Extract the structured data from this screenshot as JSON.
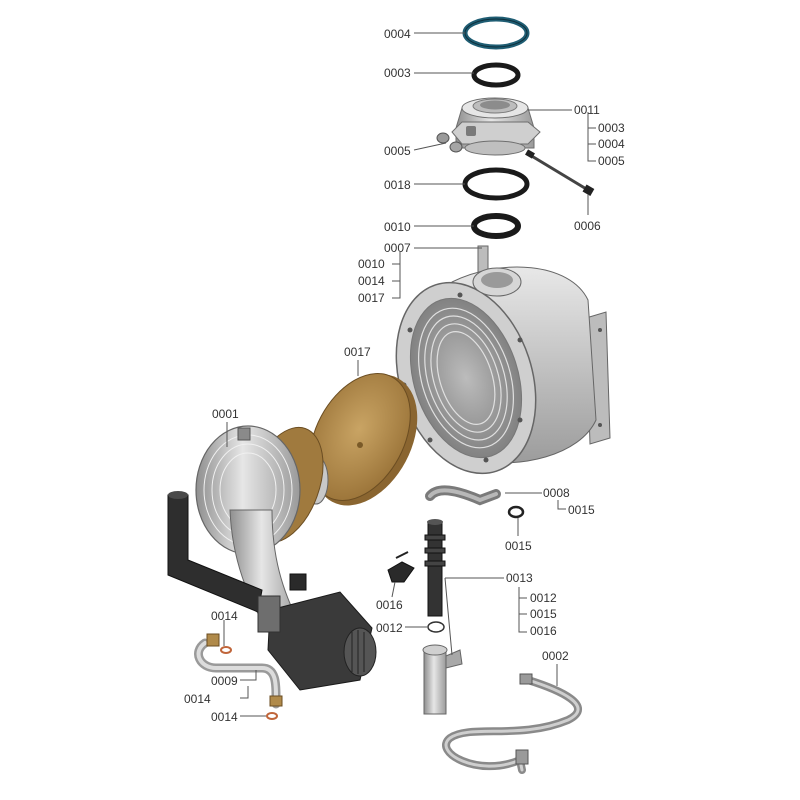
{
  "diagram": {
    "labels": {
      "p0004_top": "0004",
      "p0003_top": "0003",
      "p0011": "0011",
      "p0011_sub_0003": "0003",
      "p0011_sub_0004": "0004",
      "p0011_sub_0005": "0005",
      "p0005": "0005",
      "p0018": "0018",
      "p0006": "0006",
      "p0010": "0010",
      "p0007": "0007",
      "p0007_sub_0010": "0010",
      "p0007_sub_0014": "0014",
      "p0007_sub_0017": "0017",
      "p0017": "0017",
      "p0001": "0001",
      "p0008": "0008",
      "p0008_sub_0015": "0015",
      "p0015": "0015",
      "p0016_clip": "0016",
      "p0013": "0013",
      "p0013_sub_0012": "0012",
      "p0013_sub_0015": "0015",
      "p0013_sub_0016": "0016",
      "p0012": "0012",
      "p0002": "0002",
      "p0014_top": "0014",
      "p0009": "0009",
      "p0014_mid": "0014",
      "p0014_bot": "0014"
    },
    "colors": {
      "ring_blue": "#1f5d73",
      "ring_black": "#1a1a1a",
      "bronze": "#b08a4a",
      "metal_light": "#d9d9d9",
      "metal_mid": "#a8a8a8",
      "metal_dark": "#6e6e6e",
      "dark_part": "#3a3a3a",
      "copper": "#c0653a",
      "leader": "#555555"
    }
  }
}
